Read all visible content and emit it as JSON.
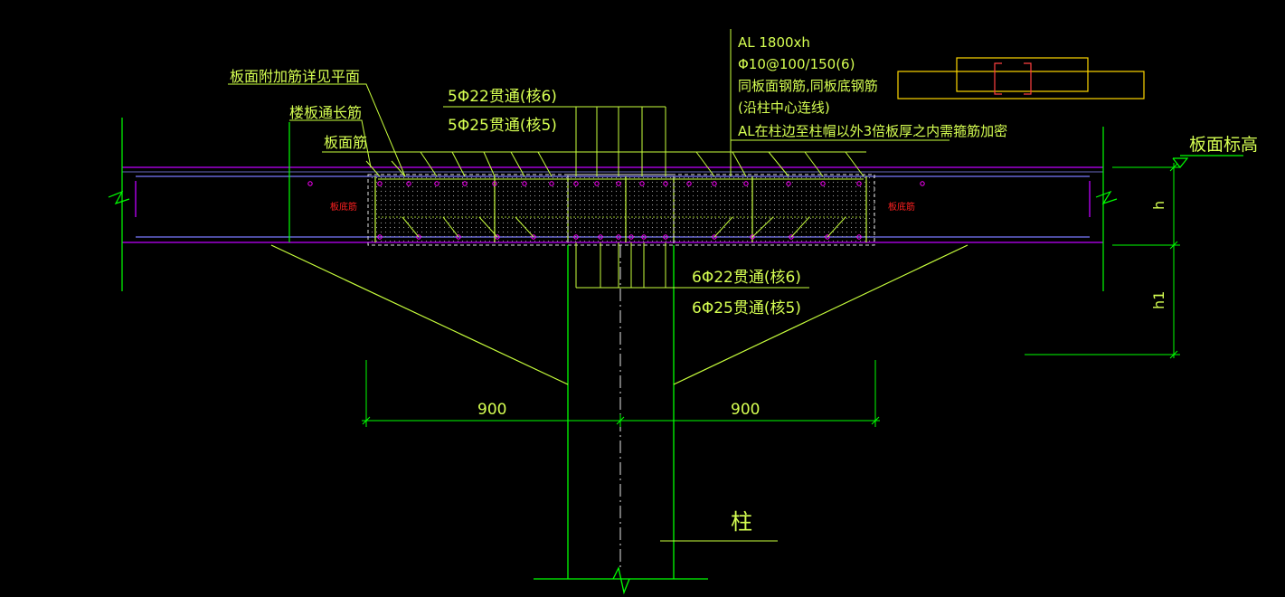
{
  "colors": {
    "background": "#000000",
    "line_green": "#00ff00",
    "line_yellow_green": "#c8ff3c",
    "text_yellow_green": "#d6ff52",
    "slab_purple": "#c000ff",
    "cap_blue": "#7a7aff",
    "rebar_magenta": "#ff00ff",
    "dots_white": "#cfcfcf",
    "label_red": "#ff2020",
    "column_white": "#e6e6e6",
    "legend_yellow": "#ffd700"
  },
  "labels": {
    "slab_additional_rebar": "板面附加筋详见平面",
    "slab_through_long_rebar": "楼板通长筋",
    "slab_top_rebar": "板面筋",
    "top_bars_line1": "5Φ22贯通(核6)",
    "top_bars_line2": "5Φ25贯通(核5)",
    "al_line1": "AL 1800xh",
    "al_line2": "Φ10@100/150(6)",
    "al_line3": "同板面钢筋,同板底钢筋",
    "al_line4": "(沿柱中心连线)",
    "al_line5": "AL在柱边至柱帽以外3倍板厚之内需箍筋加密",
    "slab_top_level": "板面标高",
    "bottom_bars_line1": "6Φ22贯通(核6)",
    "bottom_bars_line2": "6Φ25贯通(核5)",
    "dim_h": "h",
    "dim_h1": "h1",
    "dim_left": "900",
    "dim_right": "900",
    "column": "柱",
    "slab_bottom_rebar_left": "板底筋",
    "slab_bottom_rebar_right": "板底筋"
  }
}
